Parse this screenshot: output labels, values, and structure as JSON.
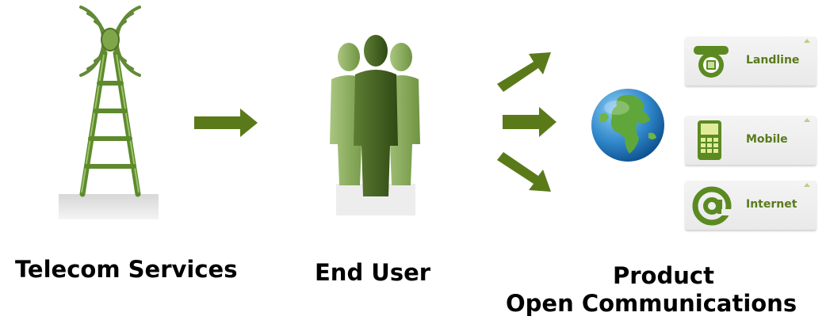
{
  "labels": {
    "telecom": "Telecom Services",
    "end_user": "End User",
    "product_line1": "Product",
    "product_line2": "Open Communications"
  },
  "cards": [
    {
      "label": "Landline",
      "icon": "telephone-icon"
    },
    {
      "label": "Mobile",
      "icon": "mobile-phone-icon"
    },
    {
      "label": "Internet",
      "icon": "at-sign-icon"
    }
  ],
  "colors": {
    "arrow": "#5a7a1a",
    "tower": "#5e8a2c",
    "card_text": "#5a7a1c",
    "globe_sea": "#2f86c9",
    "globe_land": "#5fa73a"
  }
}
